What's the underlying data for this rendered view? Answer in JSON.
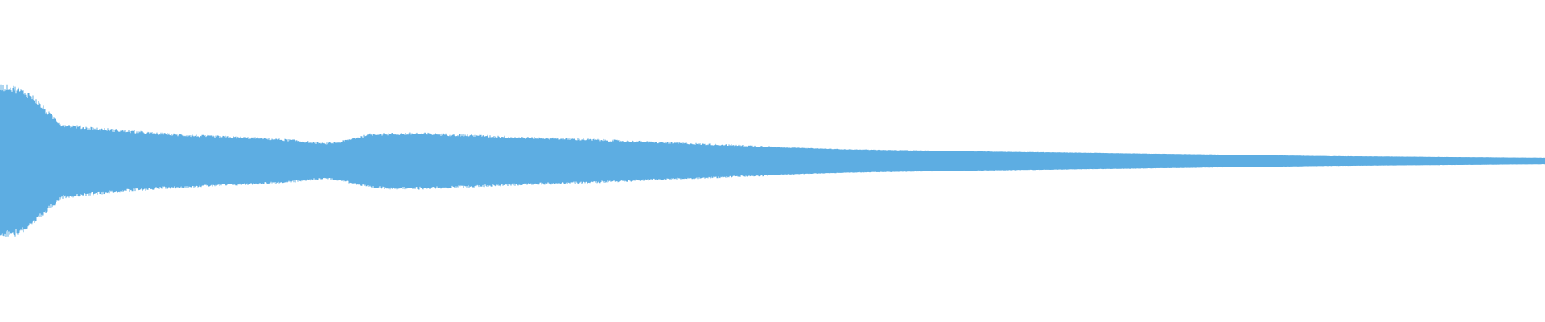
{
  "waveform": {
    "color": "#5dade2",
    "background": "#ffffff",
    "envelope": [
      [
        0.0,
        0.86
      ],
      [
        0.01,
        0.84
      ],
      [
        0.02,
        0.76
      ],
      [
        0.03,
        0.58
      ],
      [
        0.04,
        0.42
      ],
      [
        0.06,
        0.38
      ],
      [
        0.08,
        0.35
      ],
      [
        0.1,
        0.32
      ],
      [
        0.13,
        0.29
      ],
      [
        0.16,
        0.27
      ],
      [
        0.19,
        0.24
      ],
      [
        0.21,
        0.2
      ],
      [
        0.22,
        0.22
      ],
      [
        0.24,
        0.31
      ],
      [
        0.27,
        0.32
      ],
      [
        0.3,
        0.3
      ],
      [
        0.34,
        0.27
      ],
      [
        0.38,
        0.25
      ],
      [
        0.42,
        0.22
      ],
      [
        0.48,
        0.18
      ],
      [
        0.55,
        0.14
      ],
      [
        0.62,
        0.12
      ],
      [
        0.7,
        0.1
      ],
      [
        0.78,
        0.08
      ],
      [
        0.86,
        0.06
      ],
      [
        0.93,
        0.05
      ],
      [
        1.0,
        0.04
      ]
    ],
    "center_fraction": 0.5
  }
}
